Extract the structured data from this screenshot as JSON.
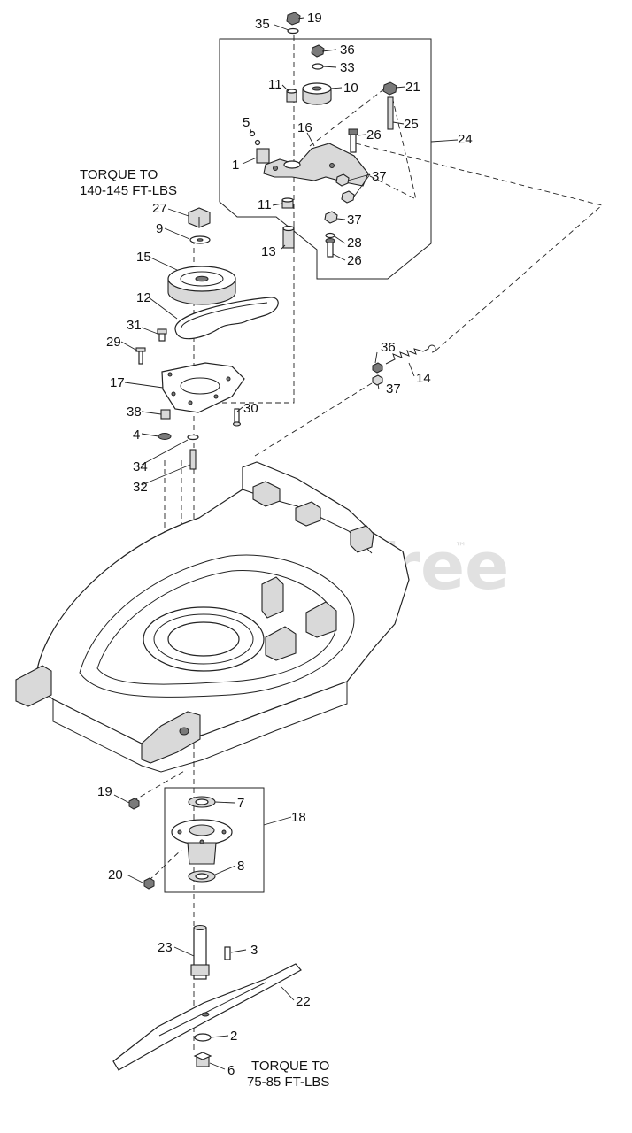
{
  "watermark": {
    "text": "PartsTree",
    "trademark": "™"
  },
  "notes": {
    "torque_pulley": [
      "TORQUE TO",
      "140-145 FT-LBS"
    ],
    "torque_blade": [
      "TORQUE TO",
      "75-85 FT-LBS"
    ]
  },
  "callouts": {
    "c35": "35",
    "c19a": "19",
    "c36a": "36",
    "c33": "33",
    "c11a": "11",
    "c10": "10",
    "c21": "21",
    "c25": "25",
    "c5": "5",
    "c16": "16",
    "c26a": "26",
    "c24": "24",
    "c1": "1",
    "c37a": "37",
    "c27": "27",
    "c11b": "11",
    "c37b": "37",
    "c9": "9",
    "c28": "28",
    "c13": "13",
    "c26b": "26",
    "c15": "15",
    "c12": "12",
    "c31": "31",
    "c36b": "36",
    "c29": "29",
    "c14": "14",
    "c17": "17",
    "c37c": "37",
    "c30": "30",
    "c38": "38",
    "c4": "4",
    "c34": "34",
    "c32": "32",
    "c19b": "19",
    "c7": "7",
    "c18": "18",
    "c20": "20",
    "c8": "8",
    "c23": "23",
    "c3": "3",
    "c22": "22",
    "c2": "2",
    "c6": "6"
  }
}
